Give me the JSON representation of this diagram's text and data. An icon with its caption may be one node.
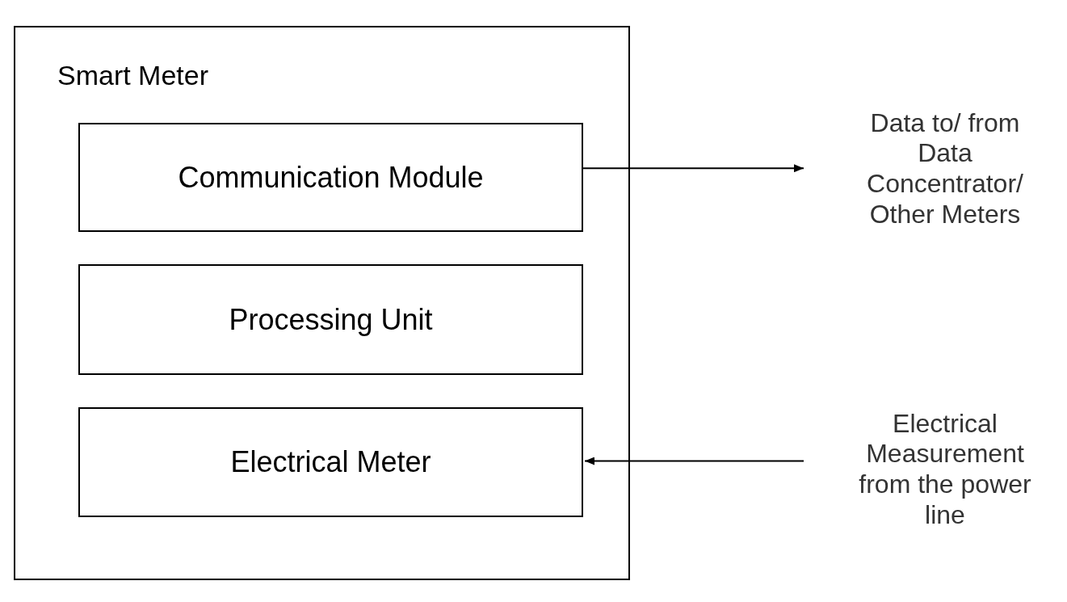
{
  "diagram": {
    "nodes": [
      {
        "text": [
          "Smart Meter"
        ]
      },
      {
        "text": [
          "Communication Module"
        ],
        "in": 0
      },
      {
        "text": [
          "Processing Unit"
        ],
        "in": 0
      },
      {
        "text": [
          "Electrical Meter"
        ],
        "in": 0
      },
      {
        "text": [
          "Data to/ from Data Concentrator/ Other Meters"
        ]
      },
      {
        "text": [
          "Electrical Measurement from the power line"
        ]
      }
    ],
    "edges": [
      {
        "from": 1,
        "to": 4,
        "arrow": "to"
      },
      {
        "from": 5,
        "to": 3,
        "arrow": "to"
      }
    ]
  }
}
